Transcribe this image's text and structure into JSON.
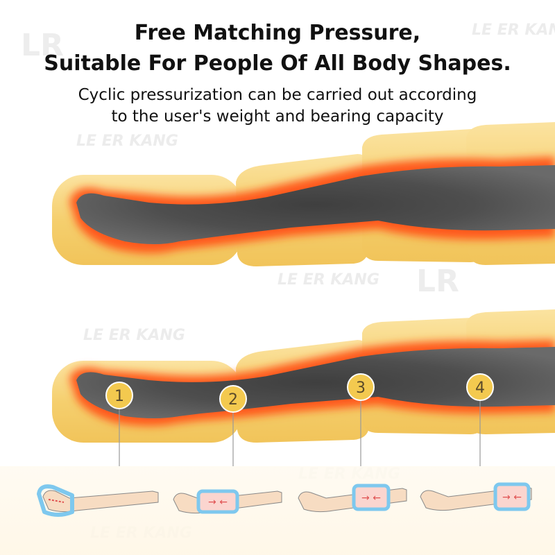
{
  "heading": {
    "line1": "Free Matching Pressure,",
    "line2": "Suitable For People Of All Body Shapes."
  },
  "subheading": {
    "line1": "Cyclic pressurization can be carried out according",
    "line2": "to the user's weight and bearing capacity"
  },
  "watermark": {
    "logo": "LR",
    "text": "LE ER KANG"
  },
  "markers": [
    "1",
    "2",
    "3",
    "4"
  ],
  "colors": {
    "sleeve": "#f5d37a",
    "sleeve_edge": "#f0c24e",
    "heat": "#ff5a1a",
    "leg_core": "#4a4a4a",
    "marker_fill": "#f3c94f",
    "mini_sleeve": "#7ec8ee"
  }
}
